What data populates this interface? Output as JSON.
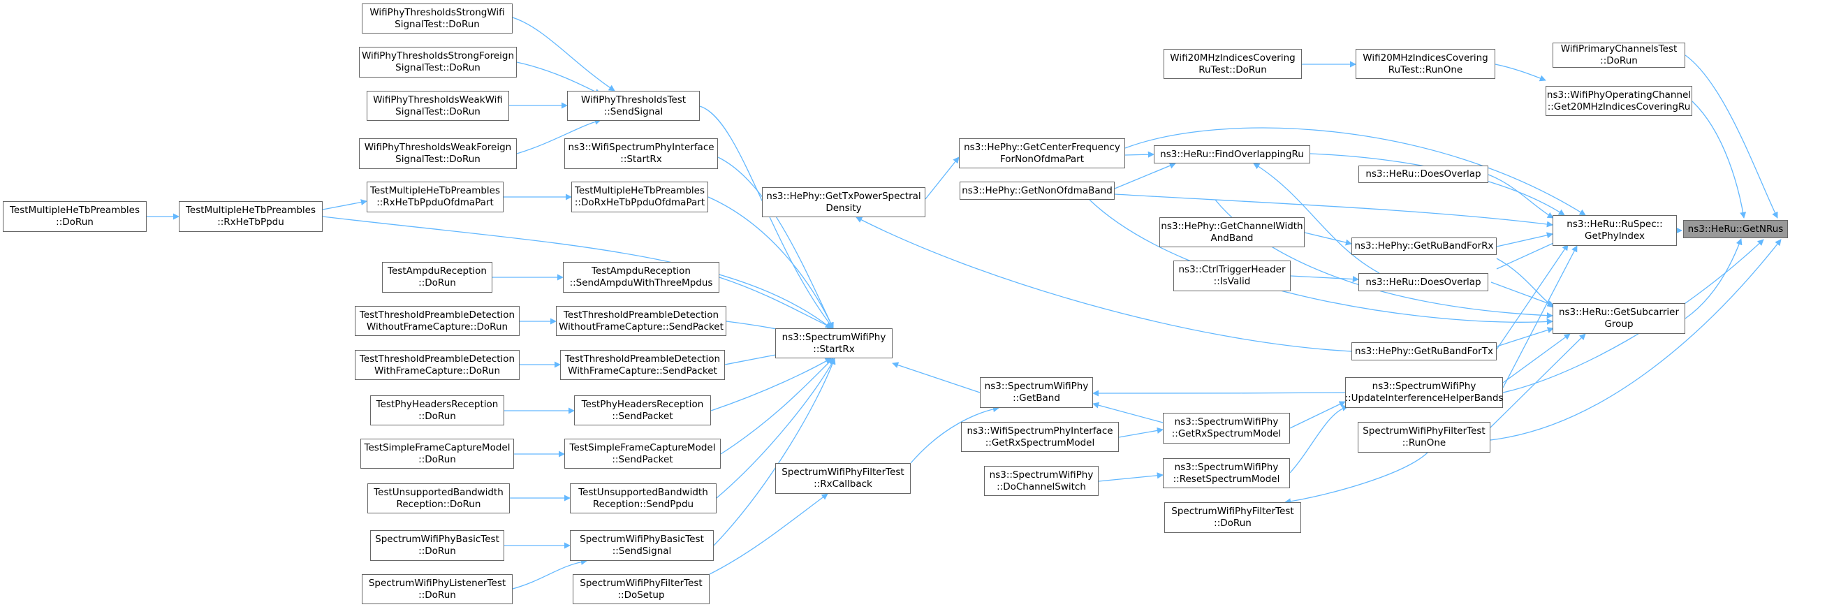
{
  "colors": {
    "edge": "#63b8ff",
    "node_border": "#666666",
    "root_fill": "#999999"
  },
  "graph": {
    "nodes": {
      "getnrus": "ns3::HeRu::GetNRus",
      "primary_channels": "WifiPrimaryChannelsTest\n::DoRun",
      "get20mhz": "ns3::WifiPhyOperatingChannel\n::Get20MHzIndicesCoveringRu",
      "idx_runone": "Wifi20MHzIndicesCovering\nRuTest::RunOne",
      "idx_dorun": "Wifi20MHzIndicesCovering\nRuTest::DoRun",
      "doesoverlap_top": "ns3::HeRu::DoesOverlap",
      "getphyindex": "ns3::HeRu::RuSpec::\nGetPhyIndex",
      "getsubcarrier": "ns3::HeRu::GetSubcarrier\nGroup",
      "findoverlapping": "ns3::HeRu::FindOverlappingRu",
      "getcenterfreq": "ns3::HePhy::GetCenterFrequency\nForNonOfdmaPart",
      "getnonofdma": "ns3::HePhy::GetNonOfdmaBand",
      "gettxpsd": "ns3::HePhy::GetTxPowerSpectral\nDensity",
      "getchannelwidth": "ns3::HePhy::GetChannelWidth\nAndBand",
      "getrubandrx": "ns3::HePhy::GetRuBandForRx",
      "isvalid": "ns3::CtrlTriggerHeader\n::IsValid",
      "doesoverlap_mid": "ns3::HeRu::DoesOverlap",
      "getrubandtx": "ns3::HePhy::GetRuBandForTx",
      "updateinterference": "ns3::SpectrumWifiPhy\n::UpdateInterferenceHelperBands",
      "filter_runone": "SpectrumWifiPhyFilterTest\n::RunOne",
      "filter_dorun": "SpectrumWifiPhyFilterTest\n::DoRun",
      "getrxspectrum": "ns3::SpectrumWifiPhy\n::GetRxSpectrumModel",
      "iface_getrxspectrum": "ns3::WifiSpectrumPhyInterface\n::GetRxSpectrumModel",
      "resetspectrum": "ns3::SpectrumWifiPhy\n::ResetSpectrumModel",
      "dochannelswitch": "ns3::SpectrumWifiPhy\n::DoChannelSwitch",
      "getband": "ns3::SpectrumWifiPhy\n::GetBand",
      "filter_rxcallback": "SpectrumWifiPhyFilterTest\n::RxCallback",
      "filter_dosetup": "SpectrumWifiPhyFilterTest\n::DoSetup",
      "startrx": "ns3::SpectrumWifiPhy\n::StartRx",
      "iface_startrx": "ns3::WifiSpectrumPhyInterface\n::StartRx",
      "thresholds_sendsignal": "WifiPhyThresholdsTest\n::SendSignal",
      "thr_strongwifi": "WifiPhyThresholdsStrongWifi\nSignalTest::DoRun",
      "thr_strongforeign": "WifiPhyThresholdsStrongForeign\nSignalTest::DoRun",
      "thr_weakwifi": "WifiPhyThresholdsWeakWifi\nSignalTest::DoRun",
      "thr_weakforeign": "WifiPhyThresholdsWeakForeign\nSignalTest::DoRun",
      "hetb_dorxofdma": "TestMultipleHeTbPreambles\n::DoRxHeTbPpduOfdmaPart",
      "hetb_rxofdma": "TestMultipleHeTbPreambles\n::RxHeTbPpduOfdmaPart",
      "hetb_rxppdu": "TestMultipleHeTbPreambles\n::RxHeTbPpdu",
      "hetb_dorun": "TestMultipleHeTbPreambles\n::DoRun",
      "ampdu_send": "TestAmpduReception\n::SendAmpduWithThreeMpdus",
      "ampdu_dorun": "TestAmpduReception\n::DoRun",
      "thrpre_without_send": "TestThresholdPreambleDetection\nWithoutFrameCapture::SendPacket",
      "thrpre_without_dorun": "TestThresholdPreambleDetection\nWithoutFrameCapture::DoRun",
      "thrpre_with_send": "TestThresholdPreambleDetection\nWithFrameCapture::SendPacket",
      "thrpre_with_dorun": "TestThresholdPreambleDetection\nWithFrameCapture::DoRun",
      "phyhdr_send": "TestPhyHeadersReception\n::SendPacket",
      "phyhdr_dorun": "TestPhyHeadersReception\n::DoRun",
      "simplecap_send": "TestSimpleFrameCaptureModel\n::SendPacket",
      "simplecap_dorun": "TestSimpleFrameCaptureModel\n::DoRun",
      "unsupported_send": "TestUnsupportedBandwidth\nReception::SendPpdu",
      "unsupported_dorun": "TestUnsupportedBandwidth\nReception::DoRun",
      "basic_send": "SpectrumWifiPhyBasicTest\n::SendSignal",
      "basic_dorun": "SpectrumWifiPhyBasicTest\n::DoRun",
      "listener_dorun": "SpectrumWifiPhyListenerTest\n::DoRun"
    }
  }
}
